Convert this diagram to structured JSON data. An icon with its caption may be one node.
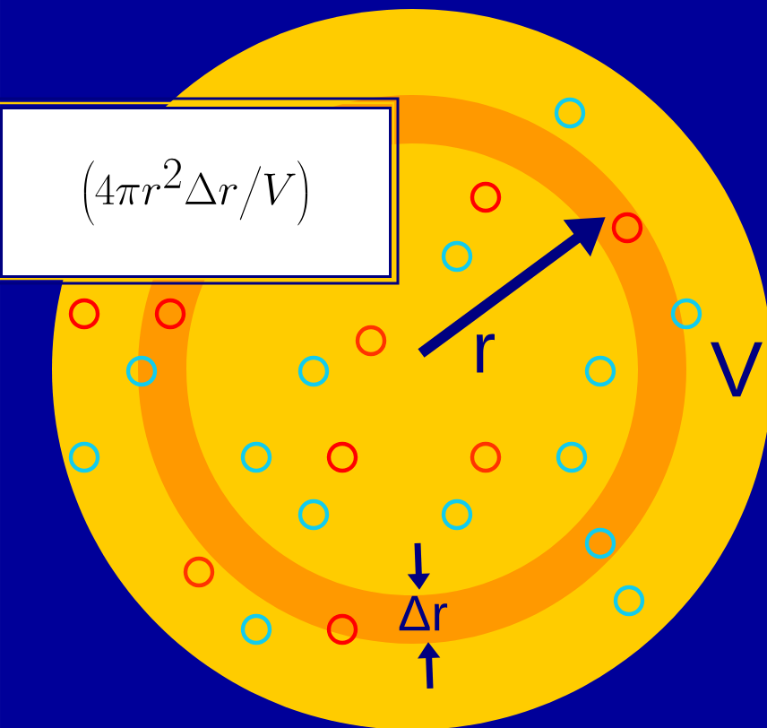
{
  "diagram": {
    "nodes": [
      {
        "text": [
          "\\left(4\\pi r^{2}\\Delta r\\middle/V\\right)"
        ]
      }
    ],
    "labels": [
      "r",
      "V",
      "Δr"
    ]
  }
}
